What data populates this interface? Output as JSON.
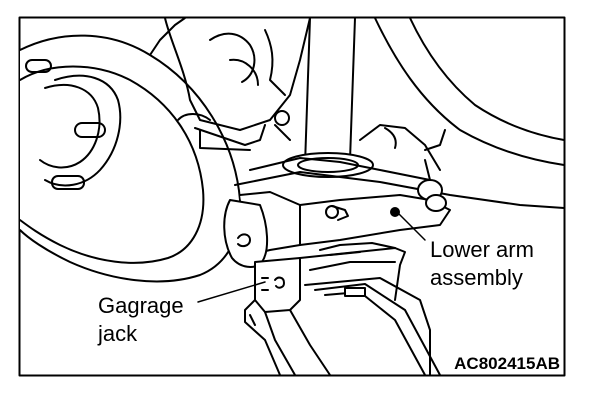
{
  "diagram": {
    "callouts": {
      "lower_arm": {
        "line1": "Lower arm",
        "line2": "assembly"
      },
      "jack": {
        "line1": "Gagrage",
        "line2": "jack"
      }
    },
    "figure_code": "AC802415AB",
    "colors": {
      "ink": "#000000",
      "paper": "#ffffff"
    }
  }
}
